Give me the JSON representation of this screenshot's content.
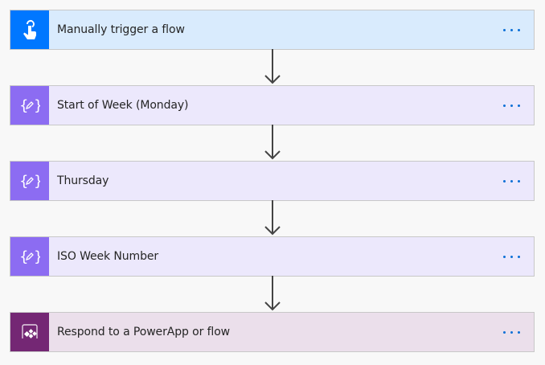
{
  "flow": {
    "steps": [
      {
        "label": "Manually trigger a flow",
        "icon": "touch-hand-icon",
        "icon_bg": "#0077ff",
        "card_bg": "#d9ebfd"
      },
      {
        "label": "Start of Week (Monday)",
        "icon": "variable-edit-icon",
        "icon_bg": "#8c6cf2",
        "card_bg": "#ece8fc"
      },
      {
        "label": "Thursday",
        "icon": "variable-edit-icon",
        "icon_bg": "#8c6cf2",
        "card_bg": "#ece8fc"
      },
      {
        "label": "ISO Week Number",
        "icon": "variable-edit-icon",
        "icon_bg": "#8c6cf2",
        "card_bg": "#ece8fc"
      },
      {
        "label": "Respond to a PowerApp or flow",
        "icon": "powerapps-icon",
        "icon_bg": "#742774",
        "card_bg": "#ebdfeb"
      }
    ],
    "more_menu_icon": "ellipsis-icon",
    "connector_icon": "arrow-down-icon"
  }
}
